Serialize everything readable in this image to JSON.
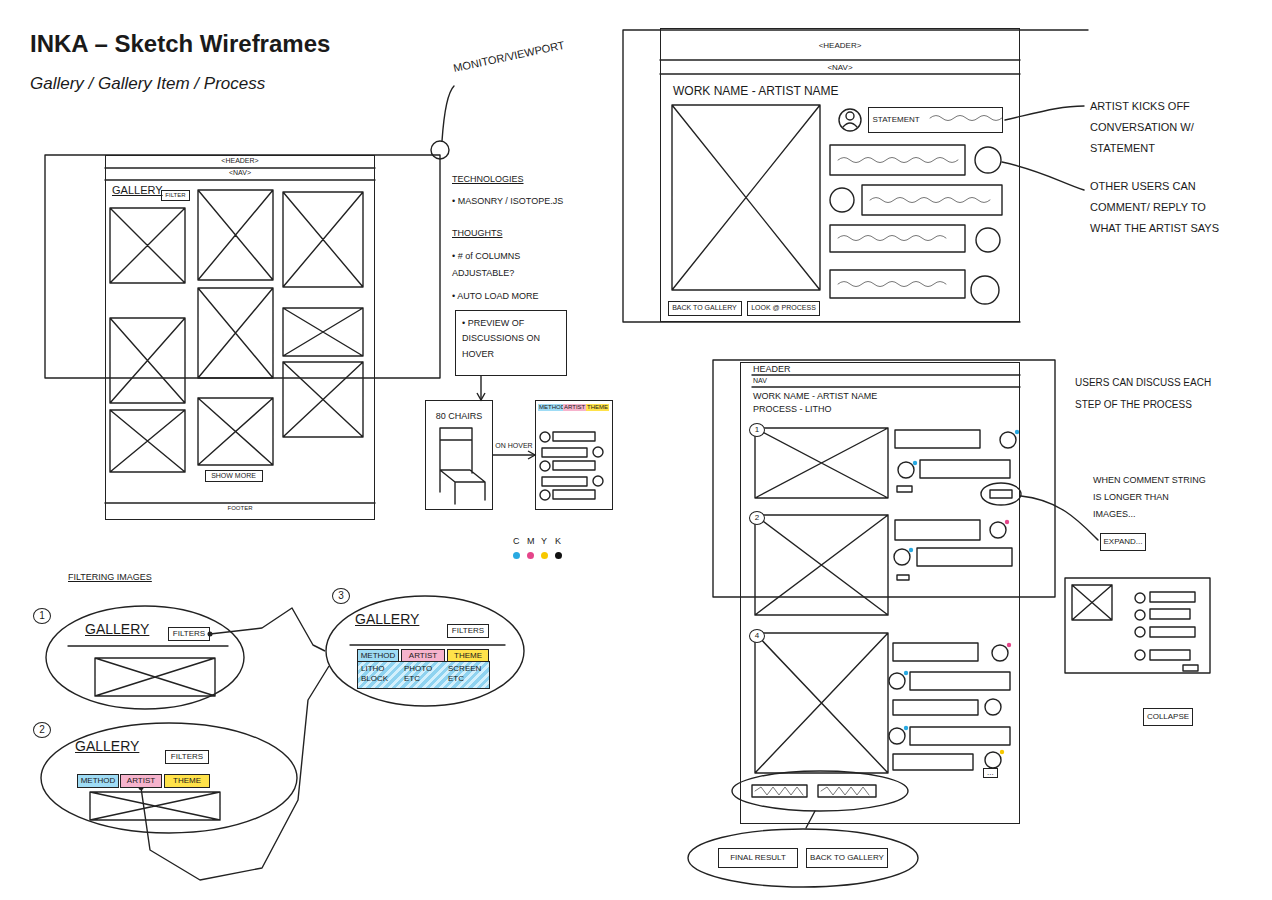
{
  "diagram": {
    "title": "INKA – Sketch Wireframes",
    "caption": "Gallery / Gallery Item / Process",
    "nodes": [
      {
        "text": [
          "<HEADER>",
          "<NAV>",
          "GALLERY",
          "FOOTER"
        ]
      },
      {
        "text": [
          "FILTER"
        ],
        "in": 0
      },
      {
        "text": [
          "SHOW MORE"
        ],
        "in": 0
      },
      {
        "text": [
          "• PREVIEW OF DISCUSSIONS ON HOVER"
        ]
      },
      {
        "text": [
          "80 CHAIRS"
        ]
      },
      {
        "text": [
          "METHOD",
          "ARTIST",
          "THEME"
        ]
      },
      {
        "text": [
          "GALLERY"
        ]
      },
      {
        "text": [
          "FILTERS"
        ],
        "in": 6
      },
      {
        "text": [
          "GALLERY"
        ]
      },
      {
        "text": [
          "FILTERS"
        ],
        "in": 8
      },
      {
        "text": [
          "METHOD"
        ],
        "in": 8
      },
      {
        "text": [
          "ARTIST"
        ],
        "in": 8
      },
      {
        "text": [
          "THEME"
        ],
        "in": 8
      },
      {
        "text": [
          "GALLERY"
        ]
      },
      {
        "text": [
          "FILTERS"
        ],
        "in": 13
      },
      {
        "text": [
          "METHOD"
        ],
        "in": 13
      },
      {
        "text": [
          "ARTIST"
        ],
        "in": 13
      },
      {
        "text": [
          "THEME"
        ],
        "in": 13
      },
      {
        "text": [
          "LITHO BLOCK",
          "PHOTO ETC",
          "SCREEN ETC"
        ],
        "in": 13
      },
      {
        "text": [
          "<HEADER>",
          "<NAV>",
          "WORK NAME - ARTIST NAME"
        ]
      },
      {
        "text": [
          "STATEMENT"
        ],
        "in": 19
      },
      {
        "text": [
          "BACK TO GALLERY"
        ],
        "in": 19
      },
      {
        "text": [
          "LOOK @ PROCESS"
        ],
        "in": 19
      },
      {
        "text": [
          "HEADER",
          "NAV",
          "WORK NAME - ARTIST NAME",
          "PROCESS - LITHO"
        ]
      },
      {
        "text": [
          "EXPAND..."
        ]
      },
      {
        "text": [
          "FINAL RESULT"
        ]
      },
      {
        "text": [
          "BACK TO GALLERY"
        ]
      },
      {
        "text": [
          "COLLAPSE"
        ]
      }
    ],
    "edges": [
      {
        "from": 3,
        "to": 4,
        "arrow": "to"
      },
      {
        "from": 4,
        "to": 5,
        "arrow": "to",
        "label": "ON HOVER"
      },
      {
        "from": 7,
        "to": 13,
        "arrow": "none"
      },
      {
        "from": 11,
        "to": 13,
        "arrow": "none"
      }
    ],
    "labels": [
      "MONITOR/VIEWPORT",
      "TECHNOLOGIES",
      "• MASONRY / ISOTOPE.JS",
      "THOUGHTS",
      "• # of COLUMNS ADJUSTABLE?",
      "• AUTO LOAD MORE",
      "FILTERING IMAGES",
      "1",
      "2",
      "3",
      "ARTIST KICKS OFF CONVERSATION W/ STATEMENT",
      "OTHER USERS CAN COMMENT/ REPLY TO WHAT THE ARTIST SAYS",
      "1",
      "2",
      "4",
      "...",
      "USERS CAN DISCUSS EACH STEP OF THE PROCESS",
      "WHEN COMMENT STRING IS LONGER THAN IMAGES..."
    ],
    "legend": [
      {
        "text": "C",
        "color": "#29a9e1"
      },
      {
        "text": "M",
        "color": "#e5458a"
      },
      {
        "text": "Y",
        "color": "#f7c800"
      },
      {
        "text": "K",
        "color": "#111111"
      }
    ]
  }
}
